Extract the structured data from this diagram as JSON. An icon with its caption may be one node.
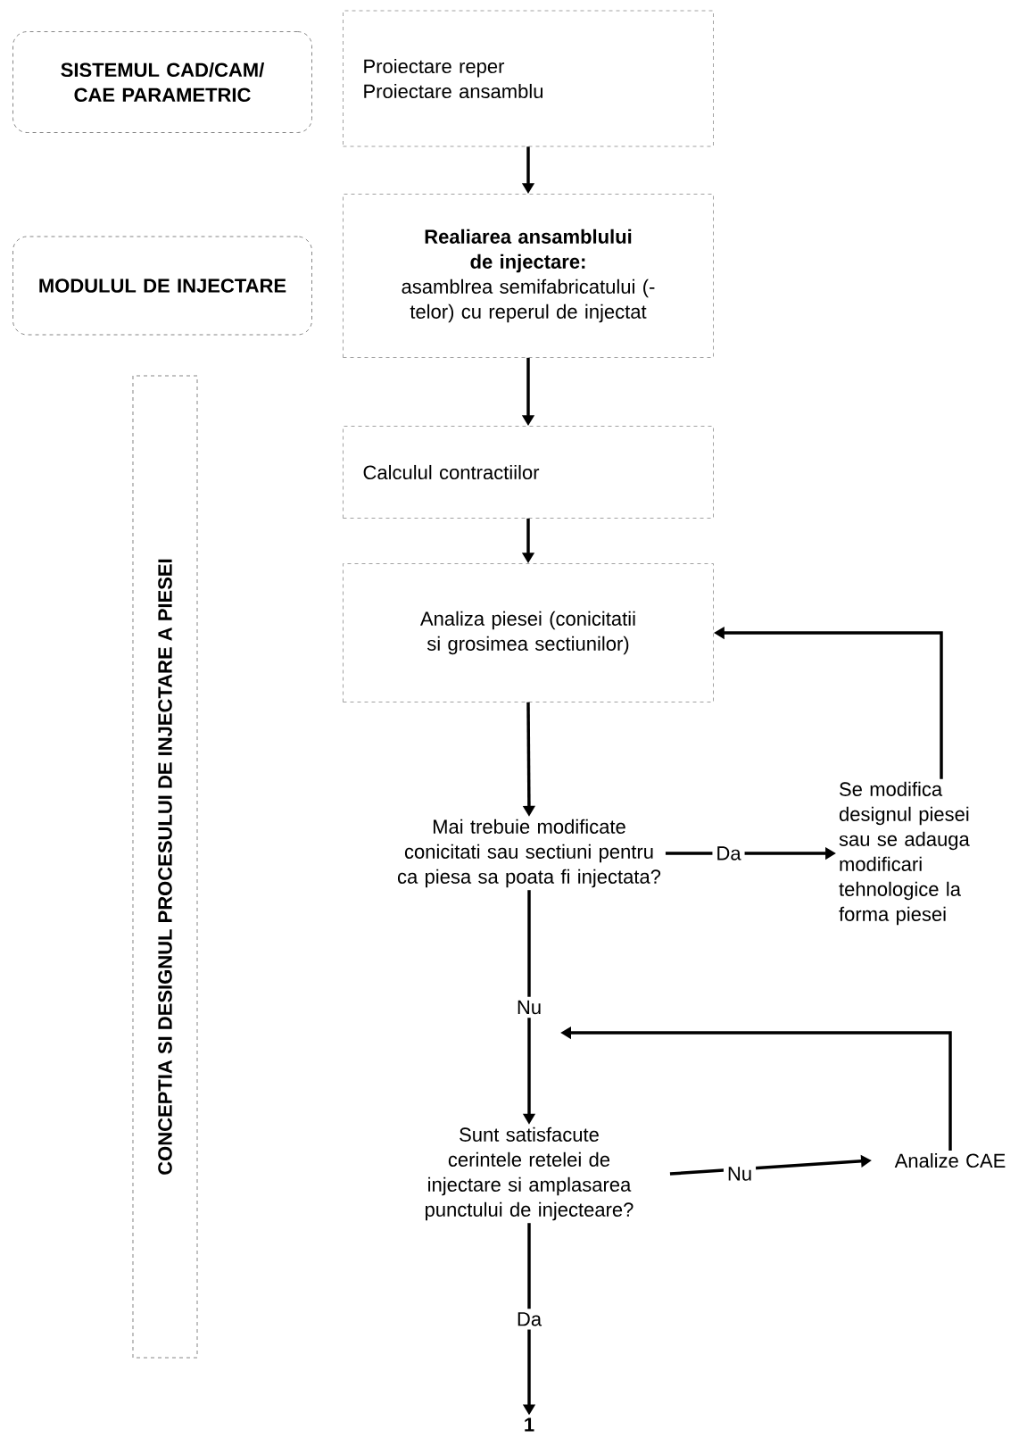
{
  "diagram": {
    "nodes": [
      {
        "text": [
          "SISTEMUL CAD/CAM/ CAE PARAMETRIC"
        ]
      },
      {
        "text": [
          "Proiectare reper",
          "Proiectare ansamblu"
        ]
      },
      {
        "text": [
          "MODULUL DE INJECTARE"
        ]
      },
      {
        "text": [
          "Realiarea ansamblului de injectare:",
          "asamblrea semifabricatului (-telor) cu reperul de injectat"
        ]
      },
      {
        "text": [
          "CONCEPTIA SI DESIGNUL PROCESULUI DE INJECTARE A PIESEI"
        ]
      },
      {
        "text": [
          "Calculul contractiilor"
        ]
      },
      {
        "text": [
          "Analiza piesei (conicitatii si grosimea sectiunilor)"
        ]
      },
      {
        "text": [
          "Mai trebuie modificate conicitati sau sectiuni pentru ca piesa sa poata fi injectata?"
        ]
      },
      {
        "text": [
          "Se modifica designul piesei sau se adauga modificari tehnologice la forma piesei"
        ]
      },
      {
        "text": [
          "Sunt satisfacute cerintele retelei de injectare si amplasarea punctului de injecteare?"
        ]
      },
      {
        "text": [
          "Analize CAE"
        ]
      },
      {
        "text": [
          "1"
        ]
      }
    ],
    "edges": [
      {
        "from": 1,
        "to": 3,
        "arrow": "to"
      },
      {
        "from": 3,
        "to": 5,
        "arrow": "to"
      },
      {
        "from": 5,
        "to": 6,
        "arrow": "to"
      },
      {
        "from": 6,
        "to": 7,
        "arrow": "to"
      },
      {
        "from": 7,
        "to": 8,
        "arrow": "to",
        "label": "Da"
      },
      {
        "from": 8,
        "to": 6,
        "arrow": "to"
      },
      {
        "from": 7,
        "to": 9,
        "arrow": "to",
        "label": "Nu"
      },
      {
        "from": 10,
        "to": 9,
        "arrow": "to"
      },
      {
        "from": 9,
        "to": 10,
        "arrow": "to",
        "label": "Nu"
      },
      {
        "from": 9,
        "to": 11,
        "arrow": "to",
        "label": "Da"
      }
    ]
  }
}
